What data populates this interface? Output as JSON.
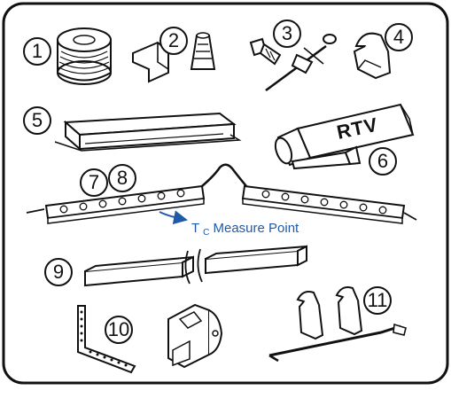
{
  "callouts": [
    "1",
    "2",
    "3",
    "4",
    "5",
    "6",
    "7",
    "8",
    "9",
    "10",
    "11"
  ],
  "rtv_label": "RTV",
  "measure_label": {
    "t": "T",
    "sub": "C",
    "rest": " Measure Point"
  },
  "colors": {
    "outline": "#111111",
    "fill": "#ffffff",
    "light_fill": "#f2f2f2",
    "blue": "#1f5aa8"
  }
}
